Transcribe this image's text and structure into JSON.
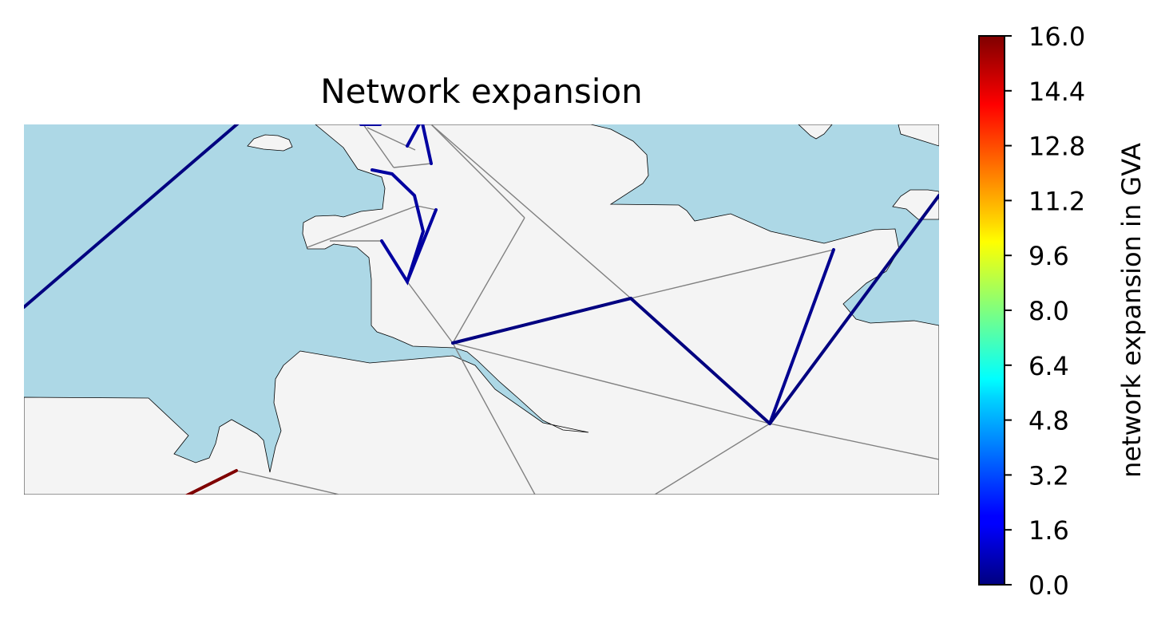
{
  "title": "Network expansion",
  "colors": {
    "sea": "#add8e6",
    "land": "#f4f4f4",
    "coastline": "#000000",
    "existing_line": "#808080"
  },
  "colorbar": {
    "label": "network expansion in GVA",
    "colormap": "jet",
    "min": 0.0,
    "max": 16.0,
    "ticks": [
      "0.0",
      "1.6",
      "3.2",
      "4.8",
      "6.4",
      "8.0",
      "9.6",
      "11.2",
      "12.8",
      "14.4",
      "16.0"
    ]
  },
  "legend_semantics": {
    "existing_lines": "thin grey",
    "expanded_lines": "thick, colored by expansion"
  }
}
